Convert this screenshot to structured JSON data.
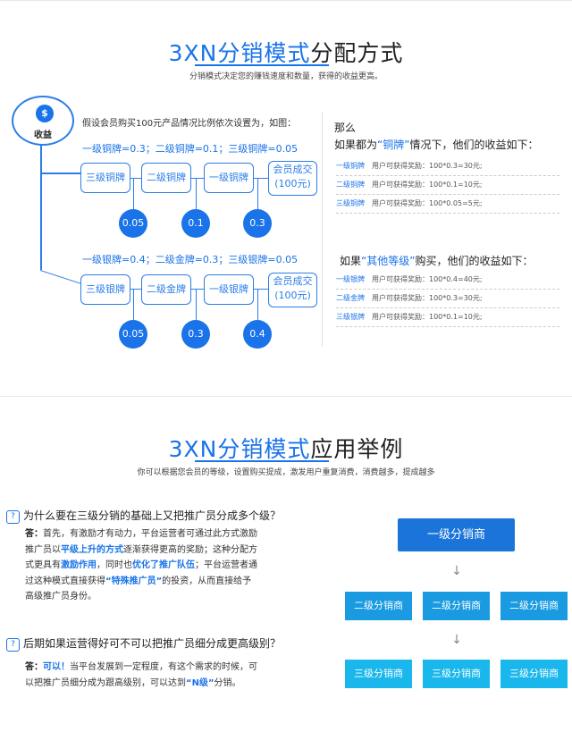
{
  "section1": {
    "title_blue": "3XN分销模式",
    "title_dark": "分配方式",
    "subtitle": "分销模式决定您的赚钱速度和数量，获得的收益更高。",
    "income_label": "收益",
    "coin_symbol": "$",
    "assumption": "假设会员购买100元产品情况比例依次设置为，如图：",
    "copper": {
      "formula": "一级铜牌=0.3；二级铜牌=0.1；三级铜牌=0.05",
      "boxes": [
        "三级铜牌",
        "二级铜牌",
        "一级铜牌"
      ],
      "deal": [
        "会员成交",
        "(100元)"
      ],
      "dots": [
        "0.05",
        "0.1",
        "0.3"
      ]
    },
    "silver": {
      "formula": "一级银牌=0.4；二级金牌=0.3；三级银牌=0.05",
      "boxes": [
        "三级银牌",
        "二级金牌",
        "一级银牌"
      ],
      "deal": [
        "会员成交",
        "(100元)"
      ],
      "dots": [
        "0.05",
        "0.3",
        "0.4"
      ]
    },
    "right": {
      "then": "那么",
      "if1_pre": "如果都为",
      "if1_q": "“铜牌”",
      "if1_post": "情况下，他们的收益如下：",
      "rows1": [
        {
          "level": "一级铜牌",
          "text": "用户可获得奖励：100*0.3=30元;"
        },
        {
          "level": "二级铜牌",
          "text": "用户可获得奖励：100*0.1=10元;"
        },
        {
          "level": "三级铜牌",
          "text": "用户可获得奖励：100*0.05=5元;"
        }
      ],
      "if2_pre": "如果",
      "if2_q": "“其他等级”",
      "if2_post": "购买，他们的收益如下：",
      "rows2": [
        {
          "level": "一级银牌",
          "text": "用户可获得奖励：100*0.4=40元;"
        },
        {
          "level": "二级金牌",
          "text": "用户可获得奖励：100*0.3=30元;"
        },
        {
          "level": "三级银牌",
          "text": "用户可获得奖励：100*0.1=10元;"
        }
      ]
    }
  },
  "section2": {
    "title_blue": "3XN分销模式",
    "title_dark": "应用举例",
    "subtitle": "你可以根据您会员的等级，设置购买提成，激发用户重复消费，消费越多，提成越多",
    "q1": {
      "question": "为什么要在三级分销的基础上又把推广员分成多个级？",
      "label": "答：",
      "p1": "首先，有激励才有动力，平台运营者可通过此方式激励推广员以",
      "h1": "平级上升的方式",
      "p2": "逐渐获得更高的奖励；这种分配方式更具有",
      "h2": "激励作用",
      "p3": "，同时也",
      "h3": "优化了推广队伍",
      "p4": "；平台运营者通过这种模式直接获得",
      "h4": "“特殊推广员”",
      "p5": "的投资，从而直接给予高级推广员身份。"
    },
    "q2": {
      "question": "后期如果运营得好可不可以把推广员细分成更高级别？",
      "label": "答：",
      "h1": "可以！",
      "p1": "当平台发展到一定程度，有这个需求的时候，可以把推广员细分成为跟高级别，可以达到",
      "h2": "“N级”",
      "p2": "分销。"
    },
    "icon_q": "?",
    "arrow": "↓",
    "tree": {
      "top": "一级分销商",
      "level2": [
        "二级分销商",
        "二级分销商",
        "二级分销商"
      ],
      "level3": [
        "三级分销商",
        "三级分销商",
        "三级分销商"
      ]
    },
    "colors": {
      "accent": "#1a73e8",
      "level1": "#1b74d9",
      "level2": "#1a9ae0",
      "level3": "#19b7ec"
    }
  }
}
